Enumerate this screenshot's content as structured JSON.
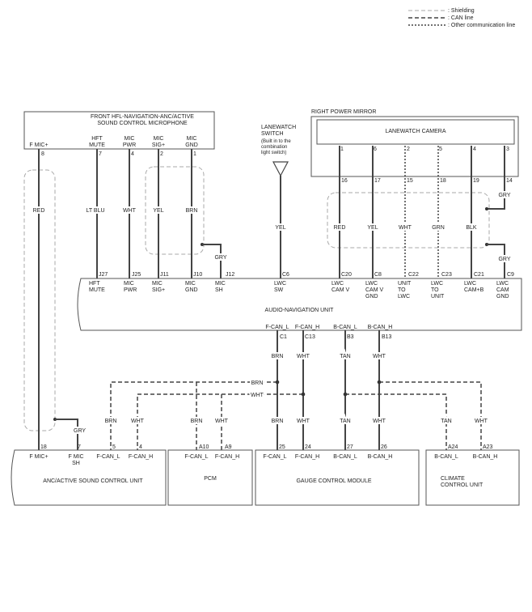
{
  "legend": {
    "shielding": ": Shielding",
    "can": ": CAN line",
    "other": ": Other communication line"
  },
  "mic": {
    "title1": "FRONT HFL-NAVIGATION-ANC/ACTIVE",
    "title2": "SOUND CONTROL MICROPHONE",
    "pins": [
      {
        "l1": "F MIC+",
        "l2": "",
        "num": "8",
        "color": "RED"
      },
      {
        "l1": "HFT",
        "l2": "MUTE",
        "num": "7",
        "color": "LT BLU"
      },
      {
        "l1": "MIC",
        "l2": "PWR",
        "num": "4",
        "color": "WHT"
      },
      {
        "l1": "MIC",
        "l2": "SIG+",
        "num": "2",
        "color": "YEL"
      },
      {
        "l1": "MIC",
        "l2": "GND",
        "num": "1",
        "color": "BRN"
      }
    ]
  },
  "mirror": {
    "outer": "RIGHT POWER MIRROR",
    "camera": "LANEWATCH CAMERA",
    "pins": [
      "1",
      "6",
      "2",
      "5",
      "4",
      "3"
    ]
  },
  "lanewatch_switch": {
    "l1": "LANEWATCH",
    "l2": "SWITCH",
    "l3": "(Built in to the",
    "l4": "combination",
    "l5": "light switch)"
  },
  "mirror_wires": [
    {
      "num": "16",
      "color": "RED"
    },
    {
      "num": "17",
      "color": "YEL"
    },
    {
      "num": "15",
      "color": "WHT"
    },
    {
      "num": "18",
      "color": "GRN"
    },
    {
      "num": "19",
      "color": "BLK"
    },
    {
      "num": "14",
      "color": "GRY"
    }
  ],
  "sw_color": "YEL",
  "gry_labels": [
    "GRY",
    "GRY",
    "GRY"
  ],
  "anu": {
    "title": "AUDIO-NAVIGATION UNIT",
    "top_pins": [
      {
        "pin": "J27",
        "l1": "HFT",
        "l2": "MUTE",
        "l3": ""
      },
      {
        "pin": "J25",
        "l1": "MIC",
        "l2": "PWR",
        "l3": ""
      },
      {
        "pin": "J11",
        "l1": "MIC",
        "l2": "SIG+",
        "l3": ""
      },
      {
        "pin": "J10",
        "l1": "MIC",
        "l2": "GND",
        "l3": ""
      },
      {
        "pin": "J12",
        "l1": "MIC",
        "l2": "SH",
        "l3": ""
      },
      {
        "pin": "C6",
        "l1": "LWC",
        "l2": "SW",
        "l3": ""
      },
      {
        "pin": "C20",
        "l1": "LWC",
        "l2": "CAM V",
        "l3": ""
      },
      {
        "pin": "C8",
        "l1": "LWC",
        "l2": "CAM V",
        "l3": "GND"
      },
      {
        "pin": "C22",
        "l1": "UNIT",
        "l2": "TO",
        "l3": "LWC"
      },
      {
        "pin": "C23",
        "l1": "LWC",
        "l2": "TO",
        "l3": "UNIT"
      },
      {
        "pin": "C21",
        "l1": "LWC",
        "l2": "CAM+B",
        "l3": ""
      },
      {
        "pin": "C9",
        "l1": "LWC",
        "l2": "CAM",
        "l3": "GND"
      }
    ],
    "bottom_pins": [
      {
        "label": "F-CAN_L",
        "pin": "C1",
        "color": "BRN"
      },
      {
        "label": "F-CAN_H",
        "pin": "C13",
        "color": "WHT"
      },
      {
        "label": "B-CAN_L",
        "pin": "B3",
        "color": "TAN"
      },
      {
        "label": "B-CAN_H",
        "pin": "B13",
        "color": "WHT"
      }
    ]
  },
  "bus_labels": {
    "brn": "BRN",
    "wht": "WHT"
  },
  "anc": {
    "title": "ANC/ACTIVE SOUND CONTROL UNIT",
    "pins": [
      {
        "num": "18",
        "l1": "F MIC+",
        "l2": ""
      },
      {
        "num": "7",
        "l1": "F MIC",
        "l2": "SH"
      },
      {
        "num": "5",
        "l1": "F-CAN_L",
        "l2": ""
      },
      {
        "num": "4",
        "l1": "F-CAN_H",
        "l2": ""
      }
    ],
    "colors": [
      "BRN",
      "WHT"
    ]
  },
  "pcm": {
    "title": "PCM",
    "pins": [
      {
        "num": "A10",
        "label": "F-CAN_L"
      },
      {
        "num": "A9",
        "label": "F-CAN_H"
      }
    ],
    "colors": [
      "BRN",
      "WHT"
    ]
  },
  "gauge": {
    "title": "GAUGE CONTROL MODULE",
    "pins": [
      {
        "num": "25",
        "label": "F-CAN_L"
      },
      {
        "num": "24",
        "label": "F-CAN_H"
      },
      {
        "num": "27",
        "label": "B-CAN_L"
      },
      {
        "num": "26",
        "label": "B-CAN_H"
      }
    ],
    "colors": [
      "BRN",
      "WHT",
      "TAN",
      "WHT"
    ]
  },
  "climate": {
    "l1": "CLIMATE",
    "l2": "CONTROL UNIT",
    "pins": [
      {
        "num": "A24",
        "label": "B-CAN_L"
      },
      {
        "num": "A23",
        "label": "B-CAN_H"
      }
    ],
    "colors": [
      "TAN",
      "WHT"
    ]
  }
}
